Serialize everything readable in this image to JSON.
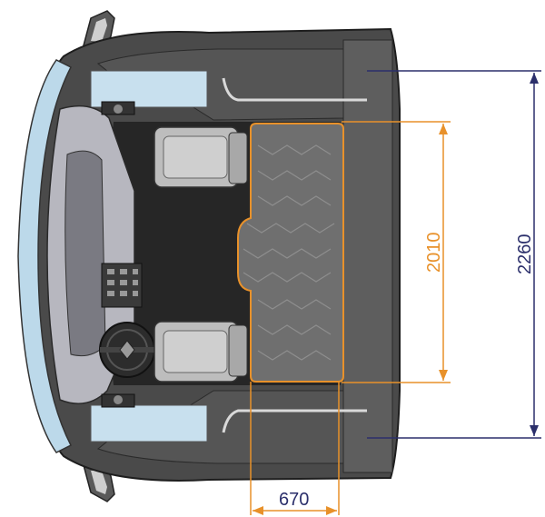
{
  "dimensions": {
    "bunk_length": {
      "value": "2010",
      "color": "#e8912a"
    },
    "cab_width": {
      "value": "2260",
      "color": "#2b2f6b"
    },
    "bunk_width": {
      "value": "670",
      "color": "#e8912a"
    }
  },
  "colors": {
    "body_dark": "#4a4a4a",
    "body_mid": "#5e5e5e",
    "floor": "#262626",
    "windshield": "#bcd9ea",
    "seat": "#bdbdbd",
    "mattress": "#6f6f6f"
  },
  "icons": {
    "steering_wheel_logo": "renault-diamond"
  }
}
